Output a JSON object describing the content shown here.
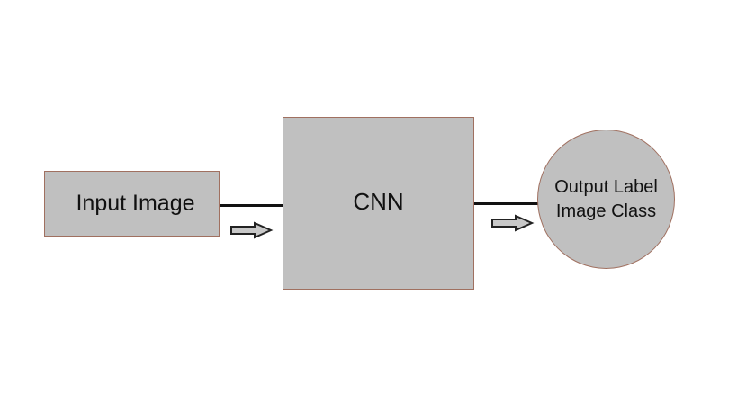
{
  "diagram": {
    "input_label": "Input Image",
    "model_label": "CNN",
    "output_label_line1": "Output Label",
    "output_label_line2": "Image Class"
  },
  "colors": {
    "node_fill": "#c0c0c0",
    "node_border": "#a07060",
    "connector": "#111111",
    "arrow_fill": "#c8c8c8"
  },
  "icons": {
    "flow_arrow": "hollow-right-arrow-icon"
  }
}
